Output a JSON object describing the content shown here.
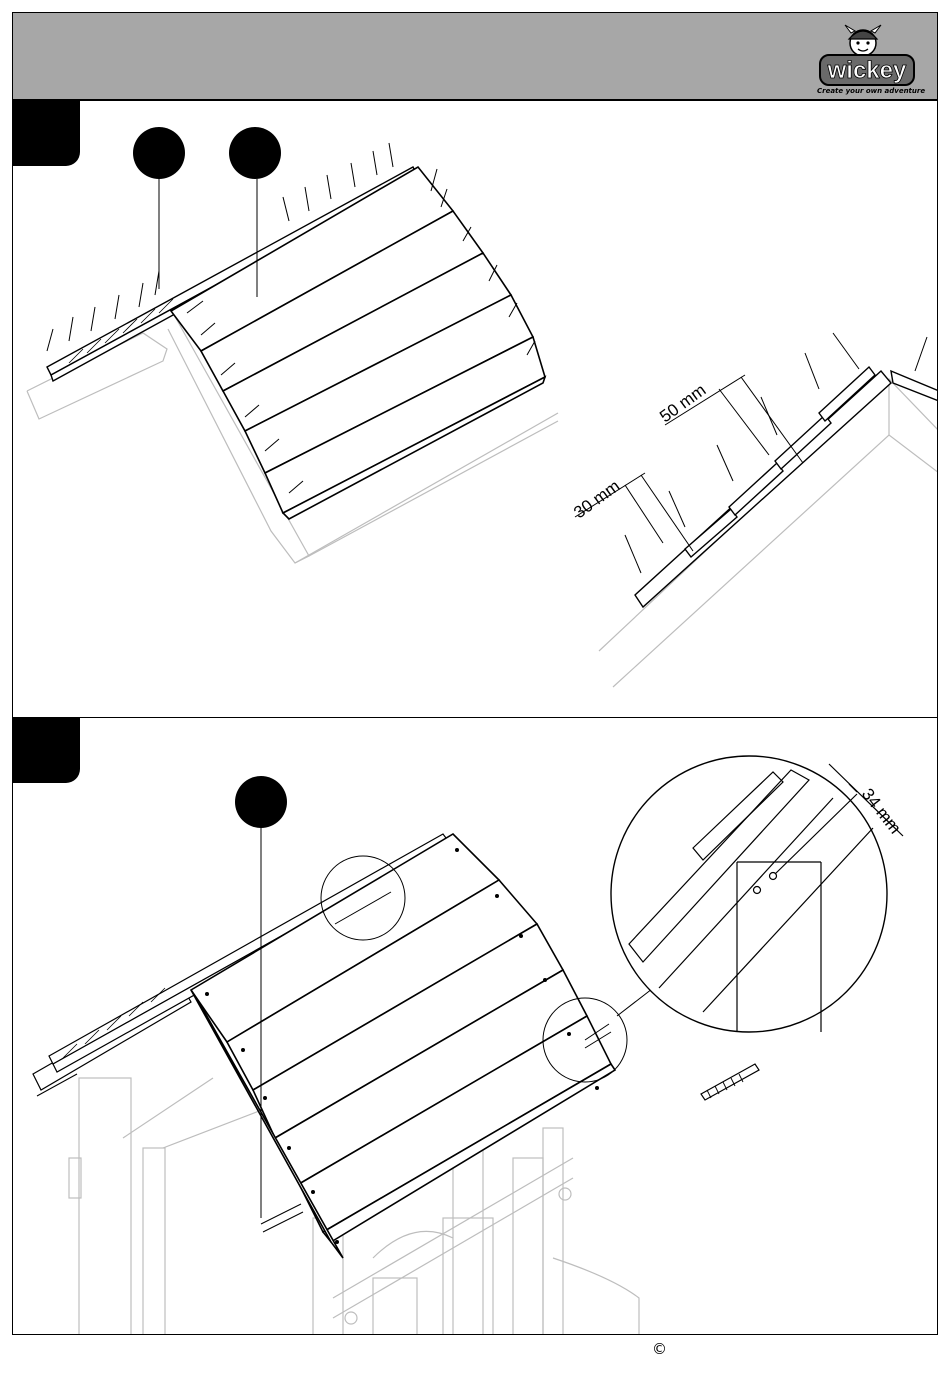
{
  "header": {
    "brand": {
      "name": "wickey",
      "tagline": "Create your own adventure"
    }
  },
  "steps": [
    {
      "callouts": [
        {},
        {}
      ],
      "dimensions": [
        {
          "label": "50 mm"
        },
        {
          "label": "30 mm"
        }
      ]
    },
    {
      "callouts": [
        {}
      ],
      "dimensions": [
        {
          "label": "34 mm"
        }
      ]
    }
  ],
  "footer": {
    "copyright": "©"
  },
  "colors": {
    "header_bg": "#a7a7a7",
    "ink": "#000000",
    "light_line": "#bdbdbd"
  }
}
